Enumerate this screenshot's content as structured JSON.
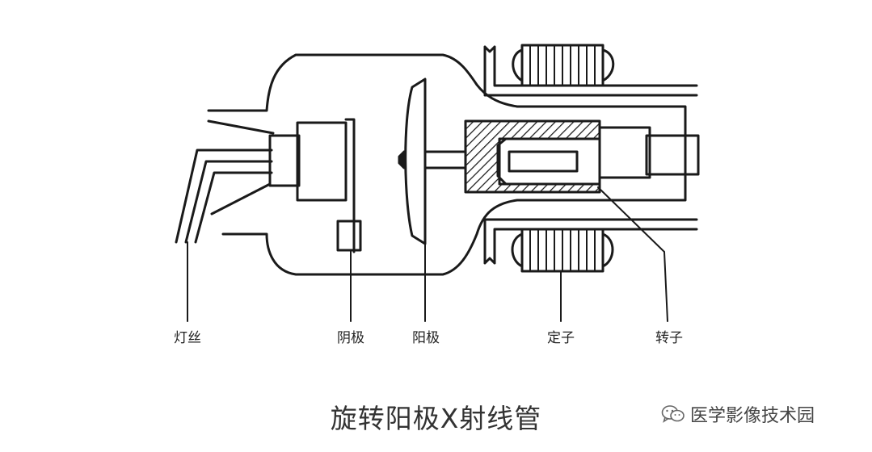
{
  "labels": {
    "filament": "灯丝",
    "cathode": "阴极",
    "anode": "阳极",
    "stator": "定子",
    "rotor": "转子"
  },
  "caption": "旋转阳极X射线管",
  "watermark": {
    "text": "医学影像技术园",
    "icon": "wechat-icon"
  },
  "colors": {
    "ink": "#1a1a1a",
    "caption": "#333333",
    "watermark": "#444444"
  }
}
